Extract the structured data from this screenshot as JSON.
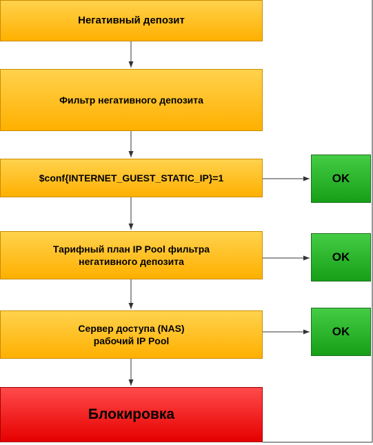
{
  "diagram": {
    "nodes": {
      "negative_deposit": "Негативный депозит",
      "negative_deposit_filter": "Фильтр негативного депозита",
      "conf_condition": "$conf{INTERNET_GUEST_STATIC_IP}=1",
      "tariff_ip_pool": "Тарифный план IP Pool фильтра\nнегативного депозита",
      "nas_ip_pool": "Сервер доступа (NAS)\nрабочий IP Pool",
      "blocking": "Блокировка",
      "ok_1": "OK",
      "ok_2": "OK",
      "ok_3": "OK"
    },
    "colors": {
      "process_fill": "#ffb000",
      "ok_fill": "#17a017",
      "block_fill": "#e60000",
      "line": "#333333"
    }
  }
}
